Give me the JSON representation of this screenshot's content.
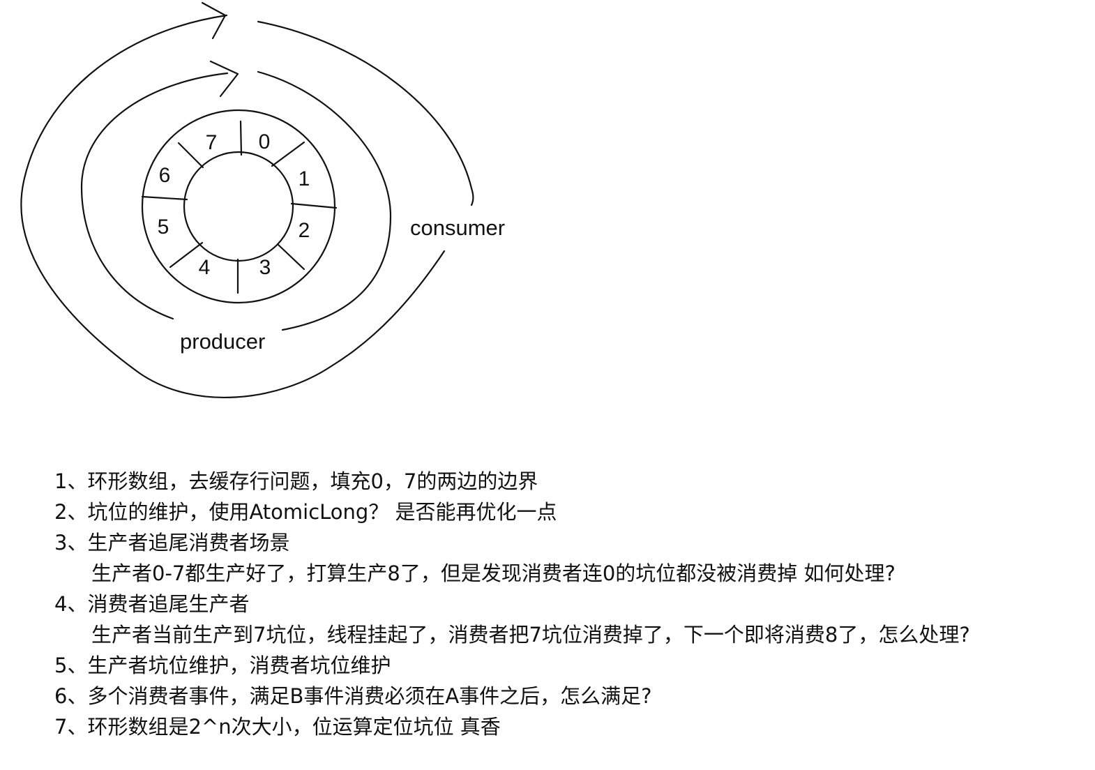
{
  "diagram": {
    "slots": [
      "0",
      "1",
      "2",
      "3",
      "4",
      "5",
      "6",
      "7"
    ],
    "labels": {
      "consumer": "consumer",
      "producer": "producer"
    }
  },
  "notes": [
    {
      "text": "1、环形数组，去缓存行问题，填充0，7的两边的边界"
    },
    {
      "text": "2、坑位的维护，使用AtomicLong？ 是否能再优化一点"
    },
    {
      "text": "3、生产者追尾消费者场景"
    },
    {
      "text": "生产者0-7都生产好了，打算生产8了，但是发现消费者连0的坑位都没被消费掉 如何处理?",
      "indent": true
    },
    {
      "text": "4、消费者追尾生产者"
    },
    {
      "text": "生产者当前生产到7坑位，线程挂起了，消费者把7坑位消费掉了，下一个即将消费8了，怎么处理?",
      "indent": true
    },
    {
      "text": "5、生产者坑位维护，消费者坑位维护"
    },
    {
      "text": "6、多个消费者事件，满足B事件消费必须在A事件之后，怎么满足?"
    },
    {
      "text": "7、环形数组是2^n次大小，位运算定位坑位 真香"
    }
  ]
}
